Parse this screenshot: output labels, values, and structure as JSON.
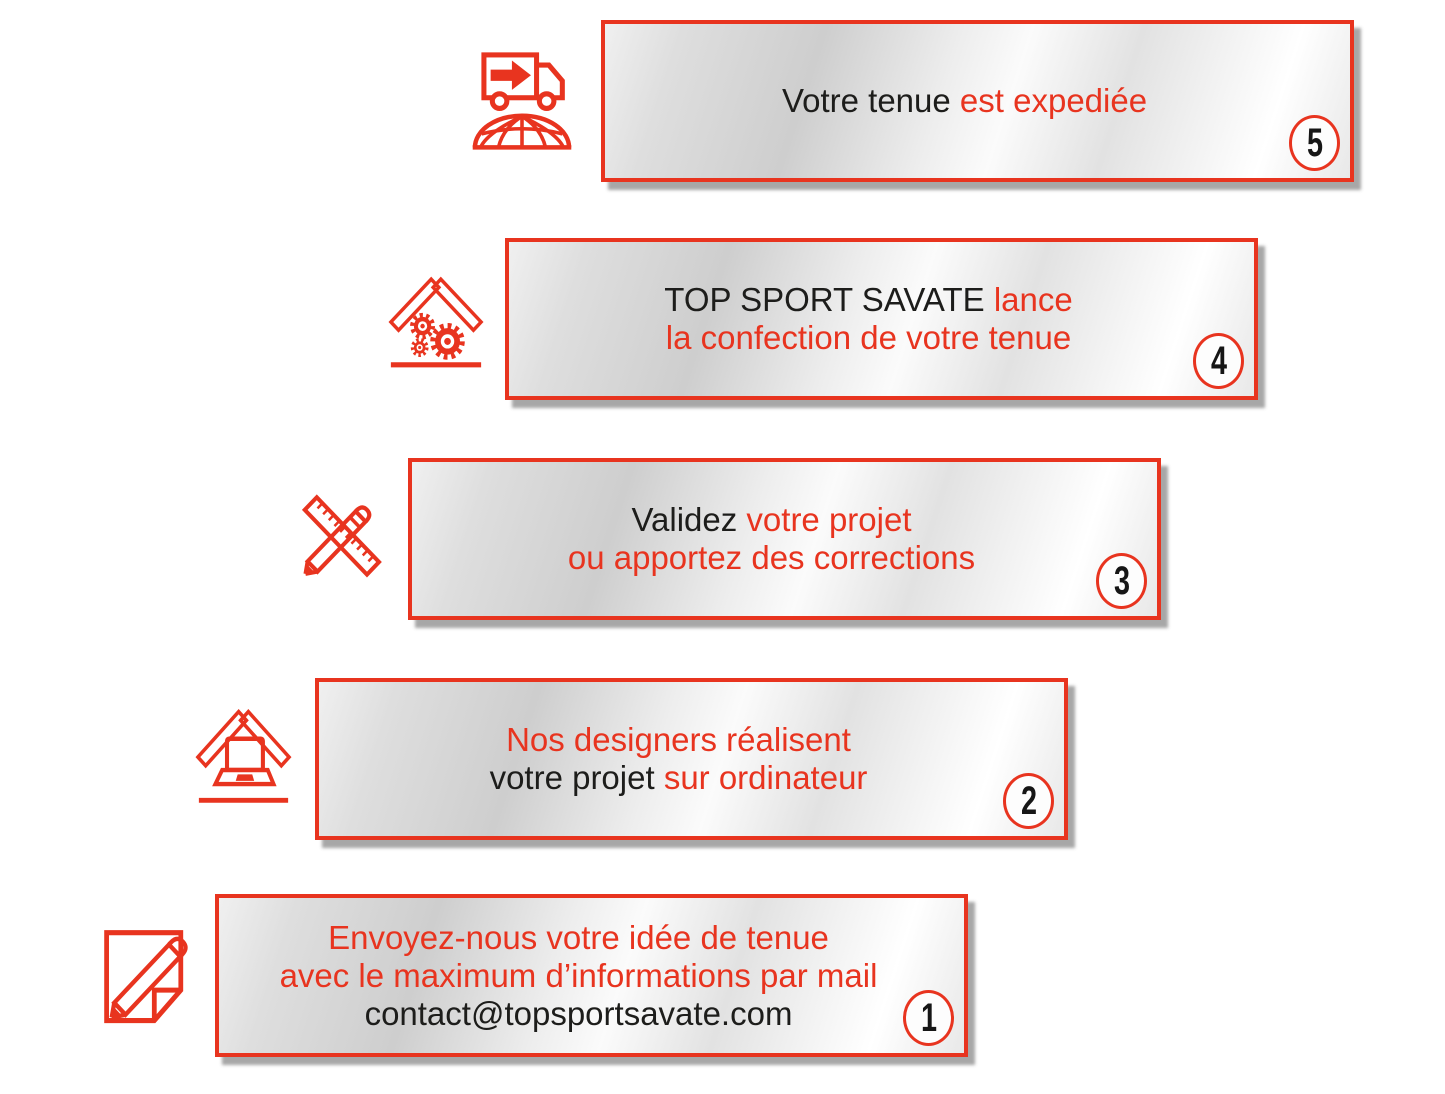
{
  "page": {
    "background": "#ffffff"
  },
  "colors": {
    "accent_red": "#e8341f",
    "text_black": "#1d1d1b",
    "panel_border": "#e8341f",
    "badge_digit": "#161616",
    "panel_silver_light": "#fbfbfb",
    "panel_silver_dark": "#cecece"
  },
  "steps": [
    {
      "number": "5",
      "icon": "delivery-truck-globe-icon",
      "lines": [
        {
          "segments": [
            {
              "text": "Votre tenue ",
              "color": "black"
            },
            {
              "text": "est expediée",
              "color": "red"
            }
          ]
        }
      ]
    },
    {
      "number": "4",
      "icon": "workshop-roof-gears-icon",
      "lines": [
        {
          "segments": [
            {
              "text": "TOP SPORT SAVATE ",
              "color": "black"
            },
            {
              "text": "lance",
              "color": "red"
            }
          ]
        },
        {
          "segments": [
            {
              "text": "la confection de votre tenue",
              "color": "red"
            }
          ]
        }
      ]
    },
    {
      "number": "3",
      "icon": "pencil-ruler-icon",
      "lines": [
        {
          "segments": [
            {
              "text": "Validez ",
              "color": "black"
            },
            {
              "text": "votre projet",
              "color": "red"
            }
          ]
        },
        {
          "segments": [
            {
              "text": "ou apportez des corrections",
              "color": "red"
            }
          ]
        }
      ]
    },
    {
      "number": "2",
      "icon": "roof-laptop-icon",
      "lines": [
        {
          "segments": [
            {
              "text": "Nos designers réalisent",
              "color": "red"
            }
          ]
        },
        {
          "segments": [
            {
              "text": "votre projet ",
              "color": "black"
            },
            {
              "text": "sur ordinateur",
              "color": "red"
            }
          ]
        }
      ]
    },
    {
      "number": "1",
      "icon": "note-pencil-icon",
      "lines": [
        {
          "segments": [
            {
              "text": "Envoyez-nous votre idée de tenue",
              "color": "red"
            }
          ]
        },
        {
          "segments": [
            {
              "text": "avec le maximum d’informations par mail",
              "color": "red"
            }
          ]
        },
        {
          "segments": [
            {
              "text": "contact@topsportsavate.com",
              "color": "black"
            }
          ]
        }
      ]
    }
  ]
}
